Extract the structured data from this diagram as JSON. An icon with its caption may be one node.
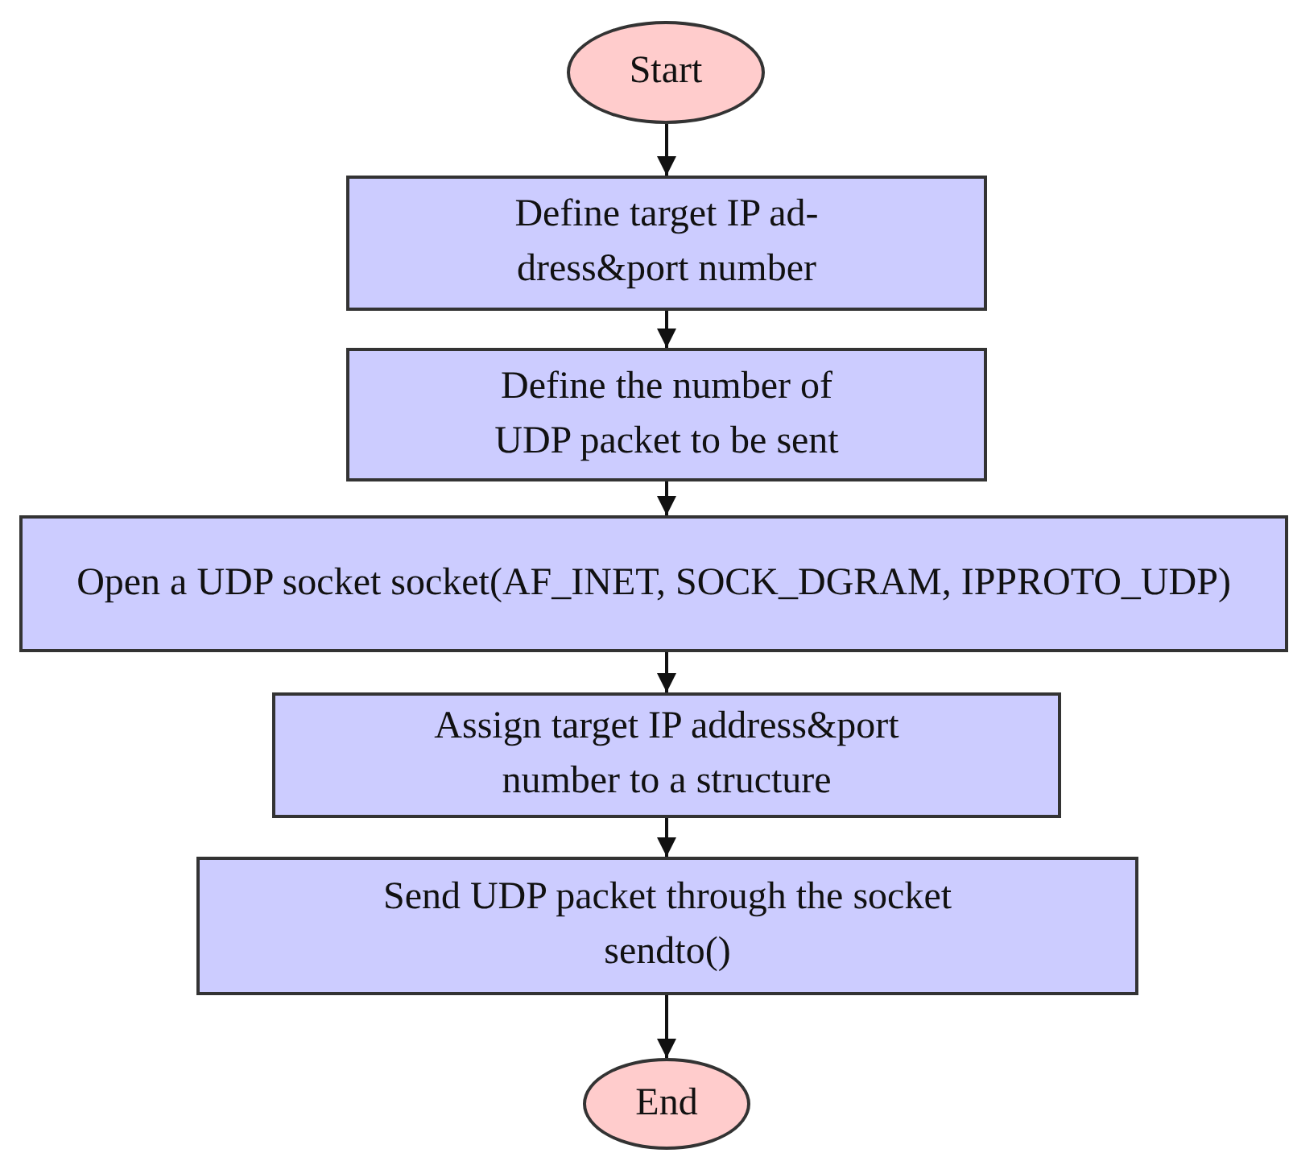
{
  "diagram": {
    "nodes": [
      {
        "text": [
          "Start"
        ]
      },
      {
        "text": [
          "Define target IP ad- dress&port number"
        ]
      },
      {
        "text": [
          "Define the number of UDP packet to be sent"
        ]
      },
      {
        "text": [
          "Open a UDP socket socket(AF_INET, SOCK_DGRAM, IPPROTO_UDP)"
        ]
      },
      {
        "text": [
          "Assign target IP address&port number to a structure"
        ]
      },
      {
        "text": [
          "Send UDP packet through the socket sendto()"
        ]
      },
      {
        "text": [
          "End"
        ]
      }
    ],
    "edges": [
      {
        "from": 0,
        "to": 1,
        "arrow": "to"
      },
      {
        "from": 1,
        "to": 2,
        "arrow": "to"
      },
      {
        "from": 2,
        "to": 3,
        "arrow": "to"
      },
      {
        "from": 3,
        "to": 4,
        "arrow": "to"
      },
      {
        "from": 4,
        "to": 5,
        "arrow": "to"
      },
      {
        "from": 5,
        "to": 6,
        "arrow": "to"
      }
    ]
  }
}
